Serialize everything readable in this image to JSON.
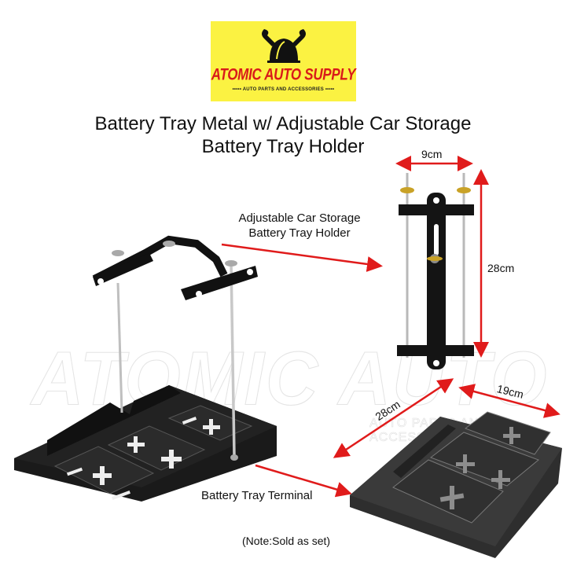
{
  "logo": {
    "brand": "ATOMIC AUTO SUPPLY",
    "tagline": "••••• AUTO PARTS AND ACCESSORIES •••••",
    "icon": "wrench-helmet-icon",
    "background_color": "#fbf242",
    "brand_color": "#d91a1a"
  },
  "title": {
    "line1": "Battery Tray Metal w/ Adjustable Car Storage",
    "line2": "Battery Tray Holder"
  },
  "watermark": {
    "main": "ATOMIC AUTO SUPPLY",
    "sub": "AUTO PARTS AND ACCESSORIES"
  },
  "callouts": {
    "holder_label_line1": "Adjustable Car Storage",
    "holder_label_line2": "Battery Tray Holder",
    "tray_label": "Battery Tray Terminal",
    "arrow_color": "#e01b1b"
  },
  "dimensions": {
    "holder_width": "9cm",
    "holder_height": "28cm",
    "tray_length": "28cm",
    "tray_width": "19cm"
  },
  "note": "(Note:Sold as set)"
}
